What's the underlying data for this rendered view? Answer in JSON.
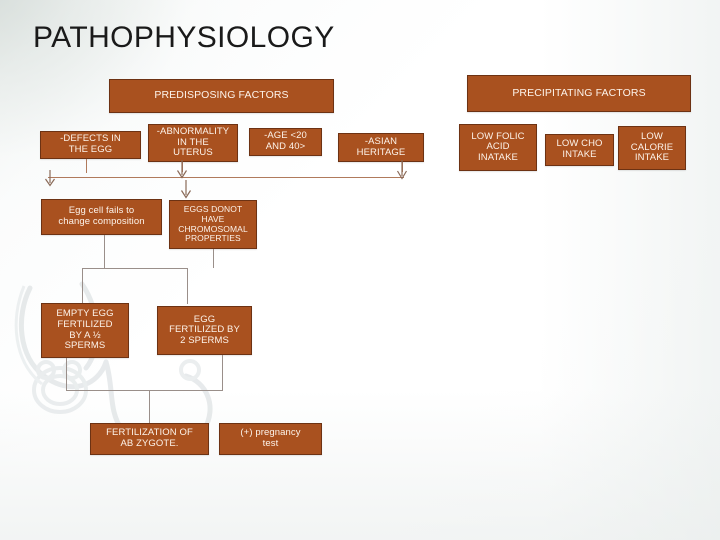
{
  "slide": {
    "title": "PATHOPHYSIOLOGY",
    "background_color": "#ffffff",
    "node_fill": "#a9511f",
    "node_border": "#6d3213",
    "node_text_color": "#fdf3ea",
    "connector_color": "#9a8f8a",
    "watermark": "stethoscope-watermark"
  },
  "diagram": {
    "type": "flowchart",
    "headers": [
      {
        "id": "predisposing",
        "label": "PREDISPOSING FACTORS"
      },
      {
        "id": "precipitating",
        "label": "PRECIPITATING  FACTORS"
      }
    ],
    "predisposing_factors": [
      {
        "id": "defects-egg",
        "label": "-DEFECTS IN\nTHE EGG"
      },
      {
        "id": "abnormality-uterus",
        "label": "-ABNORMALITY\nIN THE\nUTERUS"
      },
      {
        "id": "age",
        "label": "-AGE  <20\nAND 40>"
      },
      {
        "id": "asian-heritage",
        "label": "-ASIAN\nHERITAGE"
      }
    ],
    "precipitating_factors": [
      {
        "id": "low-folic-acid",
        "label": "LOW FOLIC\nACID\nINATAKE"
      },
      {
        "id": "low-cho",
        "label": "LOW CHO\nINTAKE"
      },
      {
        "id": "low-calorie",
        "label": "LOW\nCALORIE\nINTAKE"
      }
    ],
    "mechanism": [
      {
        "id": "egg-cell-fails",
        "label": "Egg cell fails to\nchange composition"
      },
      {
        "id": "eggs-donot-have",
        "label": "EGGS DONOT\nHAVE\nCHROMOSOMAL\nPROPERTIES"
      }
    ],
    "fertilization": [
      {
        "id": "empty-egg",
        "label": "EMPTY EGG\nFERTILIZED\nBY A ½\nSPERMS"
      },
      {
        "id": "egg-2-sperms",
        "label": "EGG\nFERTILIZED BY\n2 SPERMS"
      }
    ],
    "outcomes": [
      {
        "id": "ab-zygote",
        "label": "FERTILIZATION OF\nAB ZYGOTE."
      },
      {
        "id": "pregnancy-test",
        "label": "(+) pregnancy\ntest"
      }
    ]
  }
}
